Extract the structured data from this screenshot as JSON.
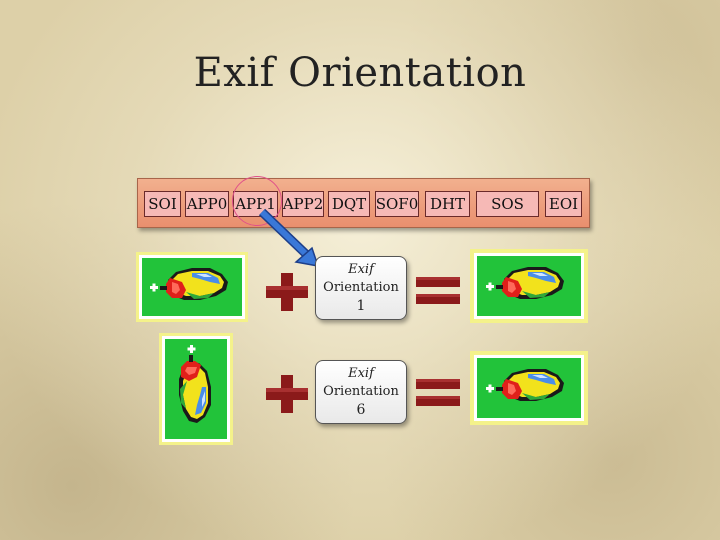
{
  "slide": {
    "title": "Exif Orientation"
  },
  "jpeg_segments": [
    "SOI",
    "APP0",
    "APP1",
    "APP2",
    "DQT",
    "SOF0",
    "DHT",
    "SOS",
    "EOI"
  ],
  "examples": [
    {
      "label_line1": "Exif",
      "label_line2": "Orientation",
      "label_value": "1"
    },
    {
      "label_line1": "Exif",
      "label_line2": "Orientation",
      "label_value": "6"
    }
  ],
  "colors": {
    "strip": "#e98f6e",
    "segment": "#f6b9b6",
    "plus_equals": "#8b1a1a",
    "arrow": "#3a78d8",
    "image_bg": "#22c33a",
    "image_frame": "#f4f28a"
  }
}
